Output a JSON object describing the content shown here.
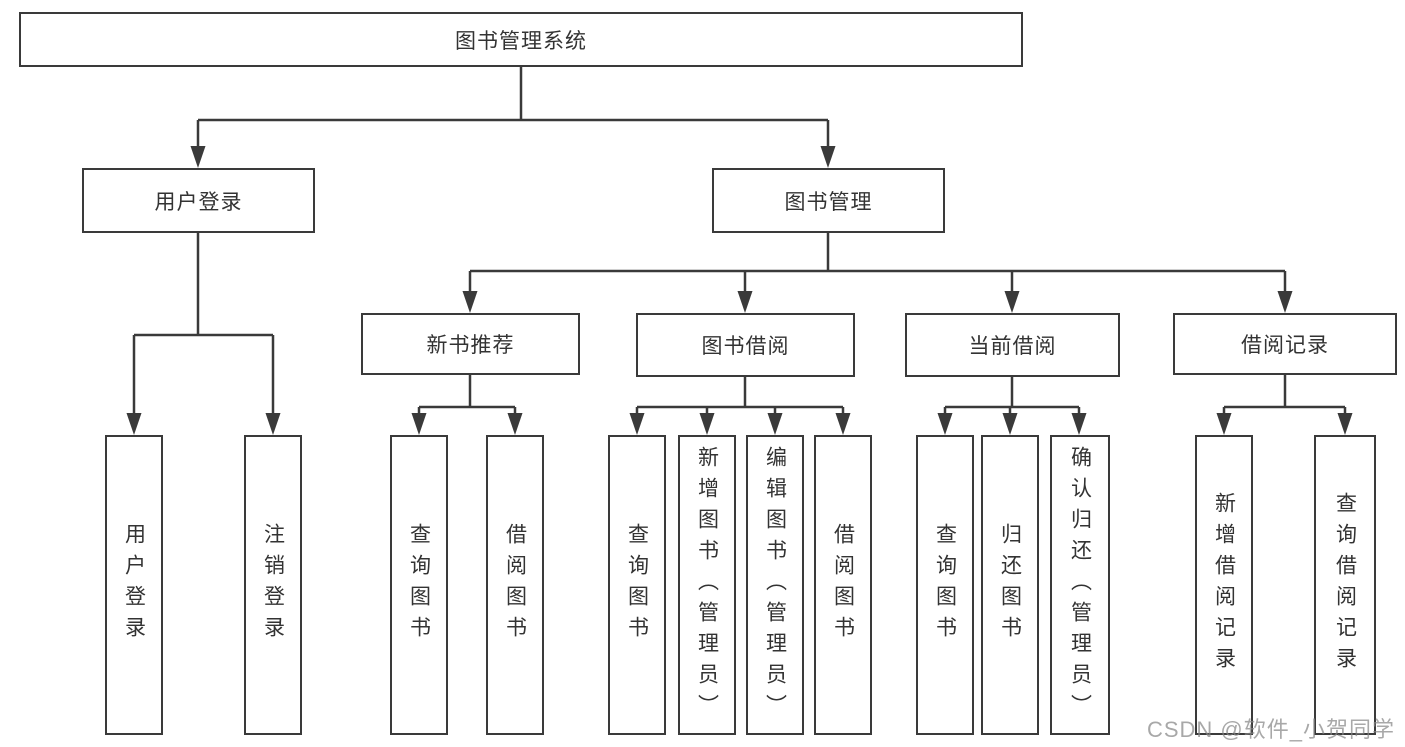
{
  "diagram": {
    "type": "hierarchy-diagram",
    "tree": {
      "root": {
        "label": "图书管理系统"
      },
      "branches": [
        {
          "label": "用户登录",
          "children": [
            {
              "label": "用户登录"
            },
            {
              "label": "注销登录"
            }
          ]
        },
        {
          "label": "图书管理",
          "modules": [
            {
              "label": "新书推荐",
              "children": [
                {
                  "label": "查询图书"
                },
                {
                  "label": "借阅图书"
                }
              ]
            },
            {
              "label": "图书借阅",
              "children": [
                {
                  "label": "查询图书"
                },
                {
                  "label": "新增图书（管理员）"
                },
                {
                  "label": "编辑图书（管理员）"
                },
                {
                  "label": "借阅图书"
                }
              ]
            },
            {
              "label": "当前借阅",
              "children": [
                {
                  "label": "查询图书"
                },
                {
                  "label": "归还图书"
                },
                {
                  "label": "确认归还（管理员）"
                }
              ]
            },
            {
              "label": "借阅记录",
              "children": [
                {
                  "label": "新增借阅记录"
                },
                {
                  "label": "查询借阅记录"
                }
              ]
            }
          ]
        }
      ]
    },
    "colors": {
      "line": "#3a3a3a",
      "text": "#333333",
      "box_fill": "#ffffff",
      "background": "#ffffff",
      "watermark": "#878787"
    }
  },
  "watermark": {
    "text": "CSDN @软件_小贺同学"
  }
}
